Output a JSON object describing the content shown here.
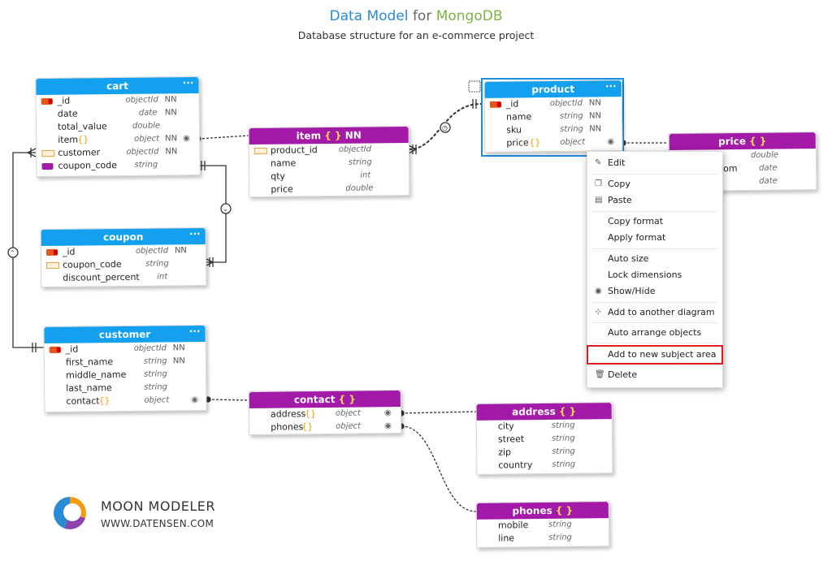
{
  "header": {
    "title_part1": "Data Model",
    "title_part2": "for",
    "title_part3": "MongoDB",
    "subtitle": "Database structure for an e-commerce project"
  },
  "colors": {
    "collection_header": "#12a0ef",
    "embedded_header": "#a31aa8",
    "selection": "#1a8fe0",
    "highlight": "#e21b1b"
  },
  "entities": {
    "cart": {
      "name": "cart",
      "more": "···",
      "fields": [
        {
          "name": "_id",
          "type": "objectId",
          "nn": "NN"
        },
        {
          "name": "date",
          "type": "date",
          "nn": "NN"
        },
        {
          "name": "total_value",
          "type": "double",
          "nn": ""
        },
        {
          "name": "item",
          "braces": "{}",
          "type": "object",
          "nn": "NN"
        },
        {
          "name": "customer",
          "type": "objectId",
          "nn": "NN"
        },
        {
          "name": "coupon_code",
          "type": "string",
          "nn": ""
        }
      ]
    },
    "item": {
      "name": "item",
      "braces": "{ }",
      "suffix": "NN",
      "fields": [
        {
          "name": "product_id",
          "type": "objectId"
        },
        {
          "name": "name",
          "type": "string"
        },
        {
          "name": "qty",
          "type": "int"
        },
        {
          "name": "price",
          "type": "double"
        }
      ]
    },
    "product": {
      "name": "product",
      "more": "···",
      "fields": [
        {
          "name": "_id",
          "type": "objectId",
          "nn": "NN"
        },
        {
          "name": "name",
          "type": "string",
          "nn": "NN"
        },
        {
          "name": "sku",
          "type": "string",
          "nn": "NN"
        },
        {
          "name": "price",
          "braces": "{}",
          "type": "object",
          "nn": ""
        }
      ]
    },
    "price": {
      "name": "price",
      "braces": "{ }",
      "fields": [
        {
          "name": "e",
          "type": "double"
        },
        {
          "name": "om",
          "type": "date"
        },
        {
          "name": "",
          "type": "date"
        }
      ]
    },
    "coupon": {
      "name": "coupon",
      "more": "···",
      "fields": [
        {
          "name": "_id",
          "type": "objectId",
          "nn": "NN"
        },
        {
          "name": "coupon_code",
          "type": "string",
          "nn": ""
        },
        {
          "name": "discount_percent",
          "type": "int",
          "nn": ""
        }
      ]
    },
    "customer": {
      "name": "customer",
      "more": "···",
      "fields": [
        {
          "name": "_id",
          "type": "objectId",
          "nn": "NN"
        },
        {
          "name": "first_name",
          "type": "string",
          "nn": "NN"
        },
        {
          "name": "middle_name",
          "type": "string",
          "nn": ""
        },
        {
          "name": "last_name",
          "type": "string",
          "nn": ""
        },
        {
          "name": "contact",
          "braces": "{}",
          "type": "object",
          "nn": ""
        }
      ]
    },
    "contact": {
      "name": "contact",
      "braces": "{ }",
      "fields": [
        {
          "name": "address",
          "braces": "{}",
          "type": "object"
        },
        {
          "name": "phones",
          "braces": "{}",
          "type": "object"
        }
      ]
    },
    "address": {
      "name": "address",
      "braces": "{ }",
      "fields": [
        {
          "name": "city",
          "type": "string"
        },
        {
          "name": "street",
          "type": "string"
        },
        {
          "name": "zip",
          "type": "string"
        },
        {
          "name": "country",
          "type": "string"
        }
      ]
    },
    "phones": {
      "name": "phones",
      "braces": "{ }",
      "fields": [
        {
          "name": "mobile",
          "type": "string"
        },
        {
          "name": "line",
          "type": "string"
        }
      ]
    }
  },
  "context_menu": {
    "items": [
      {
        "icon": "pencil-icon",
        "label": "Edit"
      },
      {
        "icon": "copy-icon",
        "label": "Copy"
      },
      {
        "icon": "paste-icon",
        "label": "Paste"
      },
      {
        "icon": "",
        "label": "Copy format"
      },
      {
        "icon": "",
        "label": "Apply format"
      },
      {
        "icon": "",
        "label": "Auto size"
      },
      {
        "icon": "",
        "label": "Lock dimensions"
      },
      {
        "icon": "eye-icon",
        "label": "Show/Hide"
      },
      {
        "icon": "add-diagram-icon",
        "label": "Add to another diagram"
      },
      {
        "icon": "",
        "label": "Auto arrange objects"
      },
      {
        "icon": "",
        "label": "Add to new subject area",
        "highlighted": true
      },
      {
        "icon": "trash-icon",
        "label": "Delete"
      }
    ]
  },
  "brand": {
    "name": "MOON MODELER",
    "url": "WWW.DATENSEN.COM"
  }
}
